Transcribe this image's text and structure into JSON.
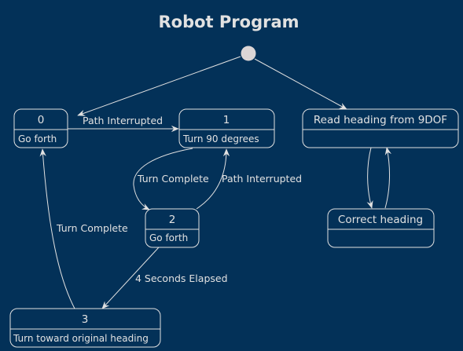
{
  "title": "Robot Program",
  "states": [
    {
      "id": "s0",
      "name": "0",
      "description": "Go forth"
    },
    {
      "id": "s1",
      "name": "1",
      "description": "Turn 90 degrees"
    },
    {
      "id": "s2",
      "name": "2",
      "description": "Go forth"
    },
    {
      "id": "s3",
      "name": "3",
      "description": "Turn toward original heading"
    },
    {
      "id": "read",
      "name": "Read heading from 9DOF",
      "description": ""
    },
    {
      "id": "correct",
      "name": "Correct heading",
      "description": ""
    }
  ],
  "transitions": [
    {
      "from": "start",
      "to": "0",
      "label": ""
    },
    {
      "from": "start",
      "to": "Read heading from 9DOF",
      "label": ""
    },
    {
      "from": "0",
      "to": "1",
      "label": "Path Interrupted"
    },
    {
      "from": "1",
      "to": "2",
      "label": "Turn Complete"
    },
    {
      "from": "2",
      "to": "1",
      "label": "Path Interrupted"
    },
    {
      "from": "2",
      "to": "3",
      "label": "4 Seconds Elapsed"
    },
    {
      "from": "3",
      "to": "0",
      "label": "Turn Complete"
    },
    {
      "from": "Read heading from 9DOF",
      "to": "Correct heading",
      "label": ""
    },
    {
      "from": "Correct heading",
      "to": "Read heading from 9DOF",
      "label": ""
    }
  ],
  "colors": {
    "background": "#033158",
    "foreground": "#e1e1e1",
    "initial_node": "#dcd6d6"
  }
}
